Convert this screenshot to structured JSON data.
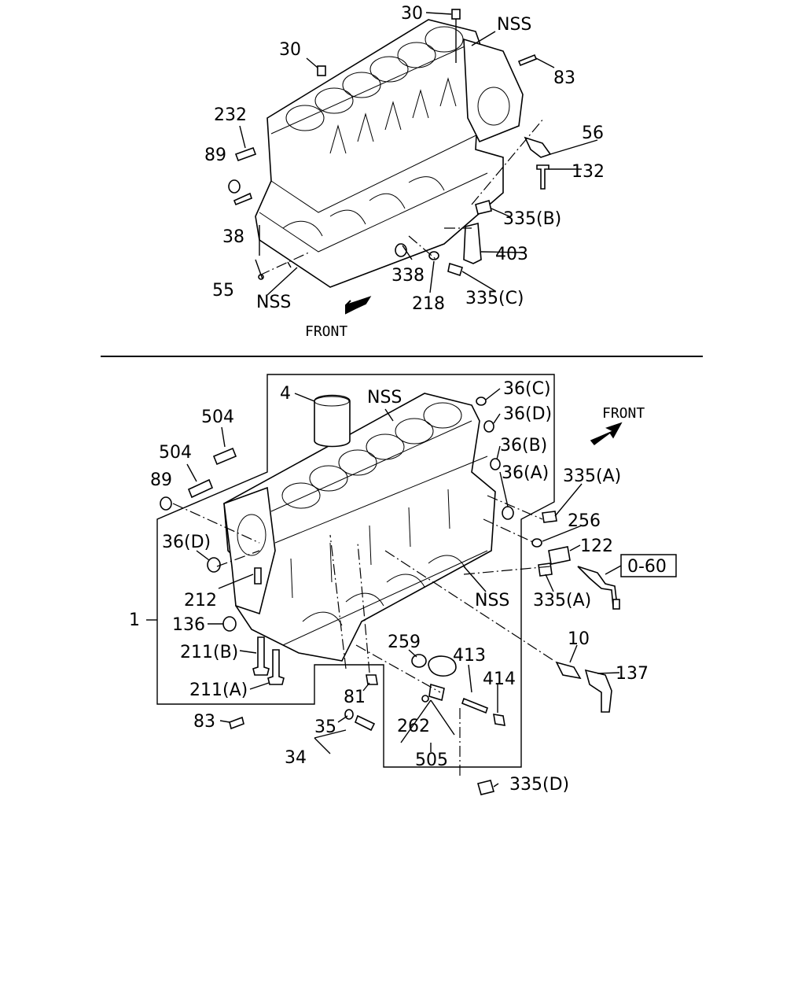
{
  "labels": {
    "t30a": "30",
    "t30b": "30",
    "tnss1": "NSS",
    "t83a": "83",
    "t232": "232",
    "t89a": "89",
    "t56": "56",
    "t132": "132",
    "t38": "38",
    "t335b": "335(B)",
    "t403": "403",
    "t338": "338",
    "t55": "55",
    "tnss2": "NSS",
    "t218": "218",
    "t335c": "335(C)",
    "tfront1": "FRONT",
    "t4": "4",
    "tnss3": "NSS",
    "t36c": "36(C)",
    "t36d1": "36(D)",
    "t504a": "504",
    "tfront2": "FRONT",
    "t504b": "504",
    "t36b": "36(B)",
    "t89b": "89",
    "t36a": "36(A)",
    "t335a1": "335(A)",
    "t256": "256",
    "t36d2": "36(D)",
    "t122": "122",
    "t060": "0-60",
    "t212": "212",
    "t335a2": "335(A)",
    "tnss4": "NSS",
    "t1": "1",
    "t136": "136",
    "t10": "10",
    "t259": "259",
    "t413": "413",
    "t137": "137",
    "t211b": "211(B)",
    "t414": "414",
    "t211a": "211(A)",
    "t81": "81",
    "t83b": "83",
    "t35": "35",
    "t262": "262",
    "t34": "34",
    "t505": "505",
    "t335d": "335(D)"
  }
}
